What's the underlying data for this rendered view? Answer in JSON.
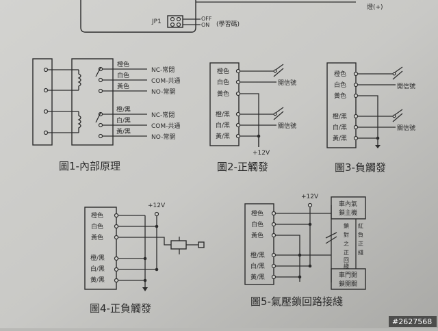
{
  "header": {
    "jp1": "JP1",
    "off": "OFF",
    "on": "ON",
    "learn": "(學習碼)",
    "light": "燈(+)"
  },
  "colors": {
    "orange": "橙色",
    "white": "白色",
    "yellow": "黃色",
    "orange_black": "橙/黑",
    "white_black": "白/黑",
    "yellow_black": "黃/黑"
  },
  "fig1": {
    "caption": "圖1-內部原理",
    "nc": "NC-常閉",
    "com": "COM-共通",
    "no": "NO-常開"
  },
  "fig2": {
    "caption": "圖2-正觸發",
    "open_signal": "開信號",
    "close_signal": "關信號",
    "v12": "+12V"
  },
  "fig3": {
    "caption": "圖3-負觸發",
    "open_signal": "開信號",
    "close_signal": "關信號"
  },
  "fig4": {
    "caption": "圖4-正負觸發",
    "v12": "+12V"
  },
  "fig5": {
    "caption": "圖5-氣壓鎖回路接綫",
    "v12": "+12V",
    "host_line1": "車內氣",
    "host_line2": "鎖主機",
    "door_line1": "車門開",
    "door_line2": "鎖開關",
    "lock_text": [
      "鎖",
      "對",
      "之",
      "正",
      "回",
      "綫"
    ],
    "red_text": [
      "紅",
      "負",
      "正",
      "綫"
    ]
  },
  "watermark": "#2627568"
}
